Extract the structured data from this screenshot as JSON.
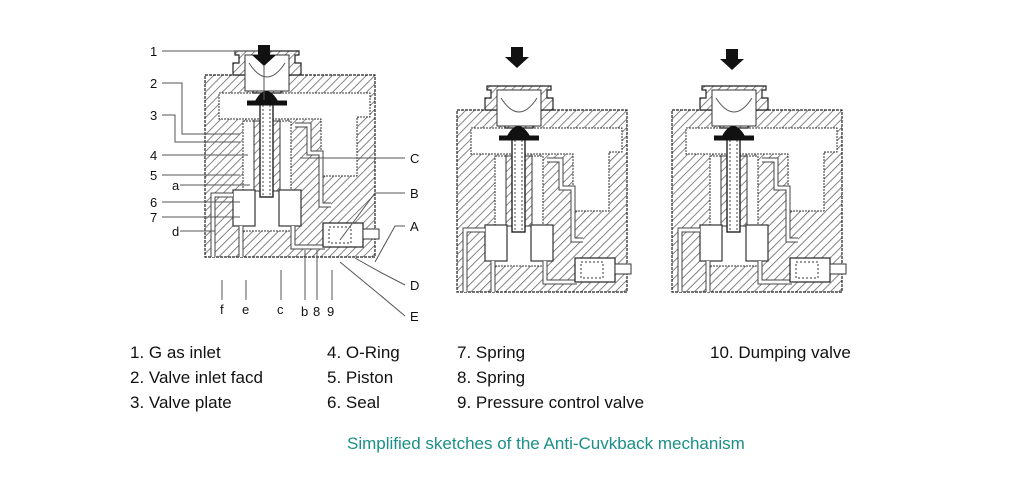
{
  "figure": {
    "title": "Simplified sketches of the Anti-Cuvkback mechanism",
    "caption_color": "#1a8f86",
    "panels": [
      {
        "id": "panel-1",
        "state": "labeled"
      },
      {
        "id": "panel-2",
        "state": "intermediate"
      },
      {
        "id": "panel-3",
        "state": "closed"
      }
    ],
    "callouts_left": [
      "1",
      "2",
      "3",
      "4",
      "5",
      "a",
      "6",
      "7",
      "d"
    ],
    "callouts_right": [
      "C",
      "B",
      "A",
      "D",
      "E"
    ],
    "callouts_bottom": [
      "f",
      "e",
      "c",
      "b",
      "8",
      "9"
    ]
  },
  "legend": [
    {
      "num": "1.",
      "text": "Gas inlet",
      "display": "1. G as inlet"
    },
    {
      "num": "2.",
      "text": "Valve inlet facd",
      "display": "2. Valve inlet facd"
    },
    {
      "num": "3.",
      "text": "Valve plate",
      "display": "3. Valve plate"
    },
    {
      "num": "4.",
      "text": "O-Ring",
      "display": "4. O-Ring"
    },
    {
      "num": "5.",
      "text": "Piston",
      "display": "5. Piston"
    },
    {
      "num": "6.",
      "text": "Seal",
      "display": "6. Seal"
    },
    {
      "num": "7.",
      "text": "Spring",
      "display": "7. Spring"
    },
    {
      "num": "8.",
      "text": "Spring",
      "display": "8. Spring"
    },
    {
      "num": "9.",
      "text": "Pressure control valve",
      "display": "9. Pressure control valve"
    },
    {
      "num": "10.",
      "text": "Dumping valve",
      "display": "10. Dumping valve"
    }
  ]
}
